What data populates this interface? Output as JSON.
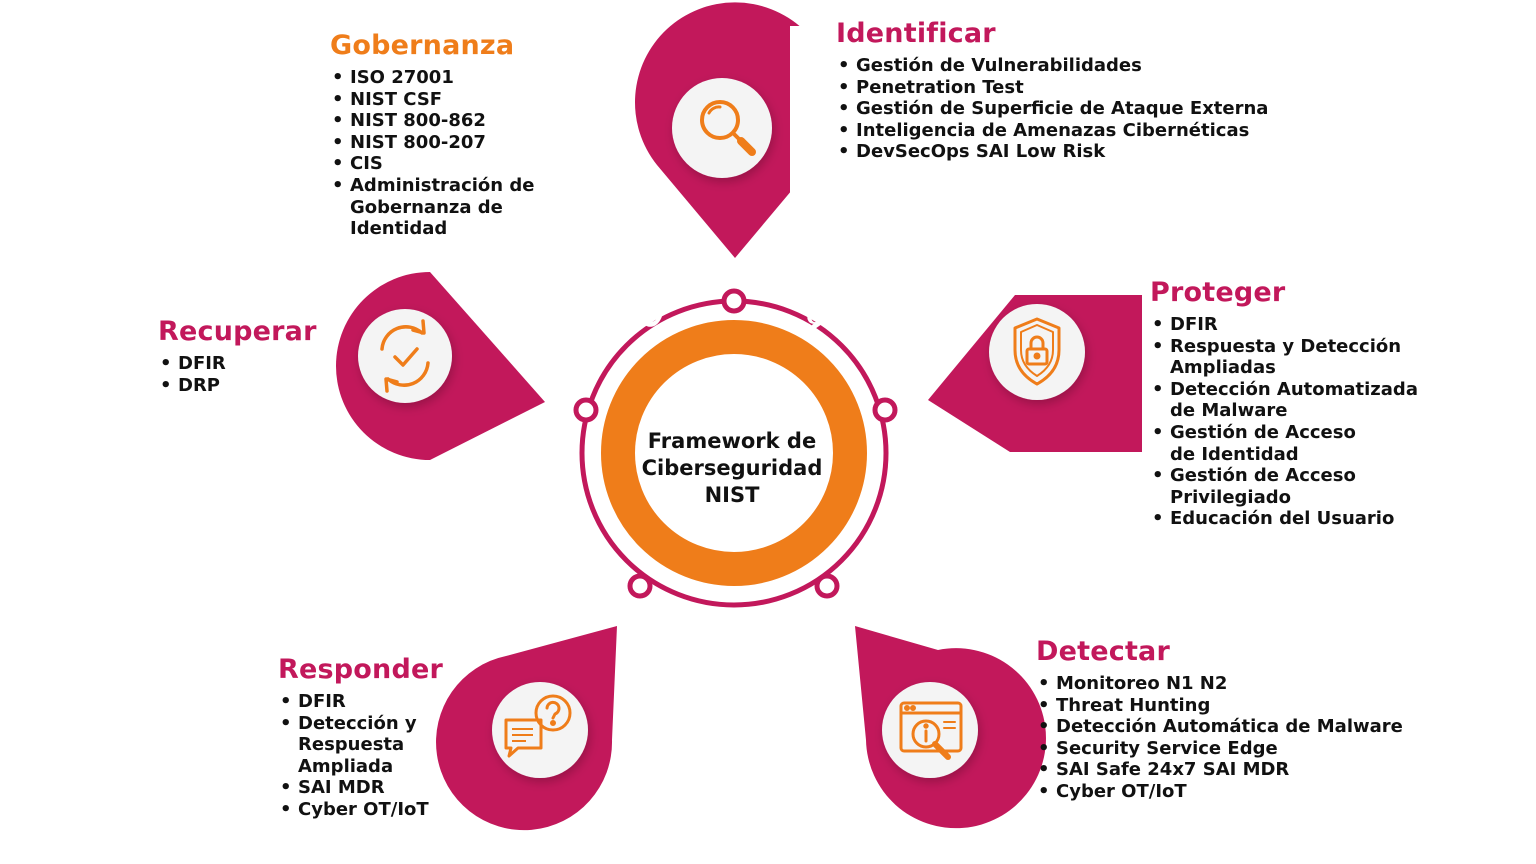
{
  "colors": {
    "magenta": "#c2185b",
    "orange": "#ef7d1a",
    "heading_magenta": "#c2185b",
    "heading_orange": "#ef7d1a",
    "icon_bg": "#f4f4f4"
  },
  "center": {
    "arc_label": "Gobernanza",
    "title_lines": [
      "Framework de",
      "Ciberseguridad",
      "NIST"
    ]
  },
  "sections": {
    "gobernanza": {
      "heading": "Gobernanza",
      "items": [
        "ISO 27001",
        "NIST CSF",
        "NIST 800-862",
        "NIST 800-207",
        "CIS",
        "Administración de",
        "Gobernanza de",
        "Identidad"
      ]
    },
    "identificar": {
      "heading": "Identificar",
      "icon": "magnifier-icon",
      "items": [
        "Gestión de Vulnerabilidades",
        "Penetration Test",
        "Gestión de Superficie de Ataque Externa",
        "Inteligencia de Amenazas Cibernéticas",
        "DevSecOps SAI Low Risk"
      ]
    },
    "proteger": {
      "heading": "Proteger",
      "icon": "shield-lock-icon",
      "items": [
        "DFIR",
        "Respuesta y Detección",
        "Ampliadas",
        "Detección Automatizada",
        "de Malware",
        "Gestión de Acceso",
        "de Identidad",
        "Gestión de Acceso",
        "Privilegiado",
        "Educación del Usuario"
      ]
    },
    "detectar": {
      "heading": "Detectar",
      "icon": "web-inspect-icon",
      "items": [
        "Monitoreo N1 N2",
        "Threat Hunting",
        "Detección Automática de Malware",
        "Security Service Edge",
        "SAI Safe 24x7 SAI MDR",
        "Cyber OT/IoT"
      ]
    },
    "responder": {
      "heading": "Responder",
      "icon": "chat-question-icon",
      "items": [
        "DFIR",
        "Detección y",
        "Respuesta",
        "Ampliada",
        "SAI MDR",
        "Cyber OT/IoT"
      ]
    },
    "recuperar": {
      "heading": "Recuperar",
      "icon": "sync-check-icon",
      "items": [
        "DFIR",
        "DRP"
      ]
    }
  }
}
